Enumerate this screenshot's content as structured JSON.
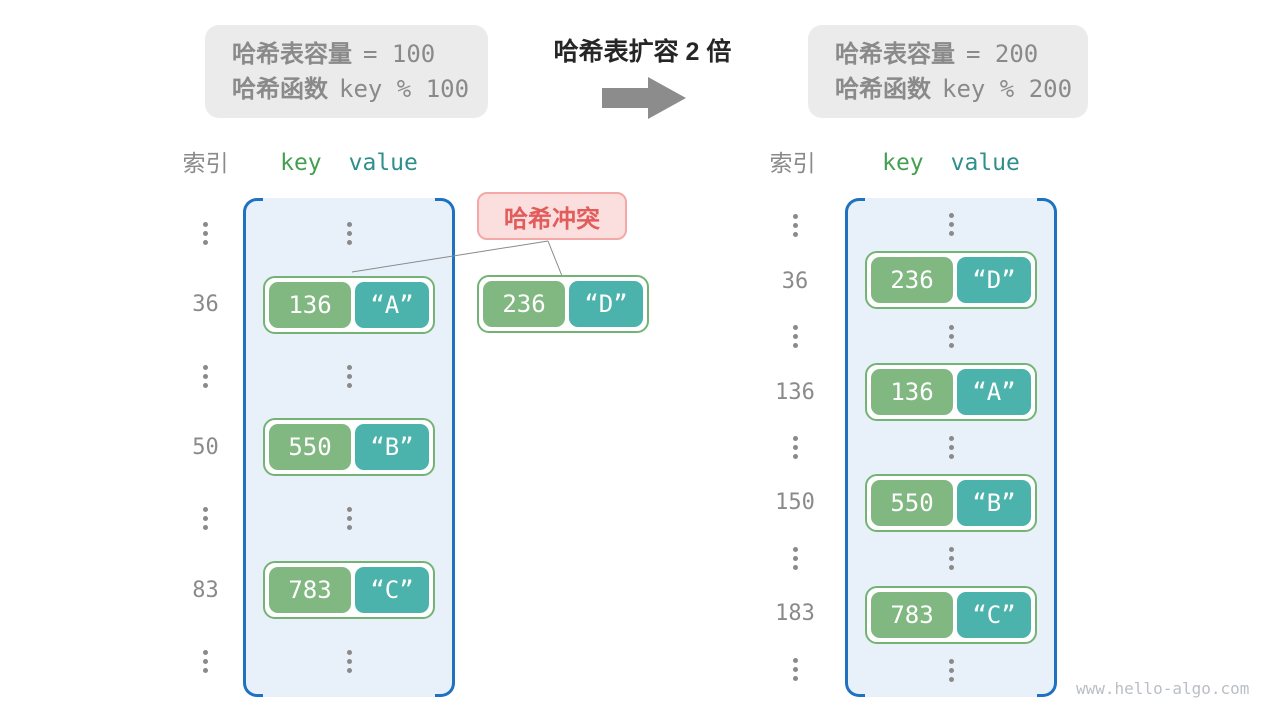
{
  "transform": {
    "title": "哈希表扩容 2 倍"
  },
  "before": {
    "info": {
      "capacity_label": "哈希表容量",
      "capacity_value": "= 100",
      "hash_label": "哈希函数",
      "hash_value": "key % 100"
    },
    "headers": {
      "index": "索引",
      "key": "key",
      "value": "value"
    },
    "rows": [
      {
        "kind": "dots"
      },
      {
        "kind": "pair",
        "index": "36",
        "key": "136",
        "value": "“A”"
      },
      {
        "kind": "dots"
      },
      {
        "kind": "pair",
        "index": "50",
        "key": "550",
        "value": "“B”"
      },
      {
        "kind": "dots"
      },
      {
        "kind": "pair",
        "index": "83",
        "key": "783",
        "value": "“C”"
      },
      {
        "kind": "dots"
      }
    ]
  },
  "after": {
    "info": {
      "capacity_label": "哈希表容量",
      "capacity_value": "= 200",
      "hash_label": "哈希函数",
      "hash_value": "key % 200"
    },
    "headers": {
      "index": "索引",
      "key": "key",
      "value": "value"
    },
    "rows": [
      {
        "kind": "dots"
      },
      {
        "kind": "pair",
        "index": "36",
        "key": "236",
        "value": "“D”"
      },
      {
        "kind": "dots"
      },
      {
        "kind": "pair",
        "index": "136",
        "key": "136",
        "value": "“A”"
      },
      {
        "kind": "dots"
      },
      {
        "kind": "pair",
        "index": "150",
        "key": "550",
        "value": "“B”"
      },
      {
        "kind": "dots"
      },
      {
        "kind": "pair",
        "index": "183",
        "key": "783",
        "value": "“C”"
      },
      {
        "kind": "dots"
      }
    ]
  },
  "collision": {
    "label": "哈希冲突",
    "pair": {
      "key": "236",
      "value": "“D”"
    }
  },
  "watermark": "www.hello-algo.com",
  "colors": {
    "table_border_blue": "#1f72bf",
    "table_fill_blue": "#e8f1fa",
    "key_green": "#81b881",
    "value_teal": "#4bb3ab",
    "pair_border_green": "#74b374",
    "key_header_green": "#44a050",
    "value_header_teal": "#2f8f8c",
    "collision_bg": "#fbdede",
    "collision_border": "#f5a8a8",
    "collision_text": "#e25c5c",
    "info_box_bg": "#ebebeb",
    "gray_text": "#8a8a8a"
  }
}
